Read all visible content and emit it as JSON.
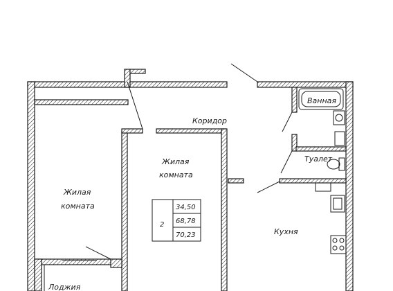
{
  "rooms": {
    "living_room_left": {
      "line1": "Жилая",
      "line2": "комната"
    },
    "living_room_center": {
      "line1": "Жилая",
      "line2": "комната"
    },
    "corridor": "Коридор",
    "bathroom": "Ванная",
    "toilet": "Туалет",
    "kitchen": "Кухня",
    "loggia": "Лоджия"
  },
  "area_table": {
    "room_count": "2",
    "living_area": "34,50",
    "total_area": "68,78",
    "total_with_loggia": "70,23"
  }
}
